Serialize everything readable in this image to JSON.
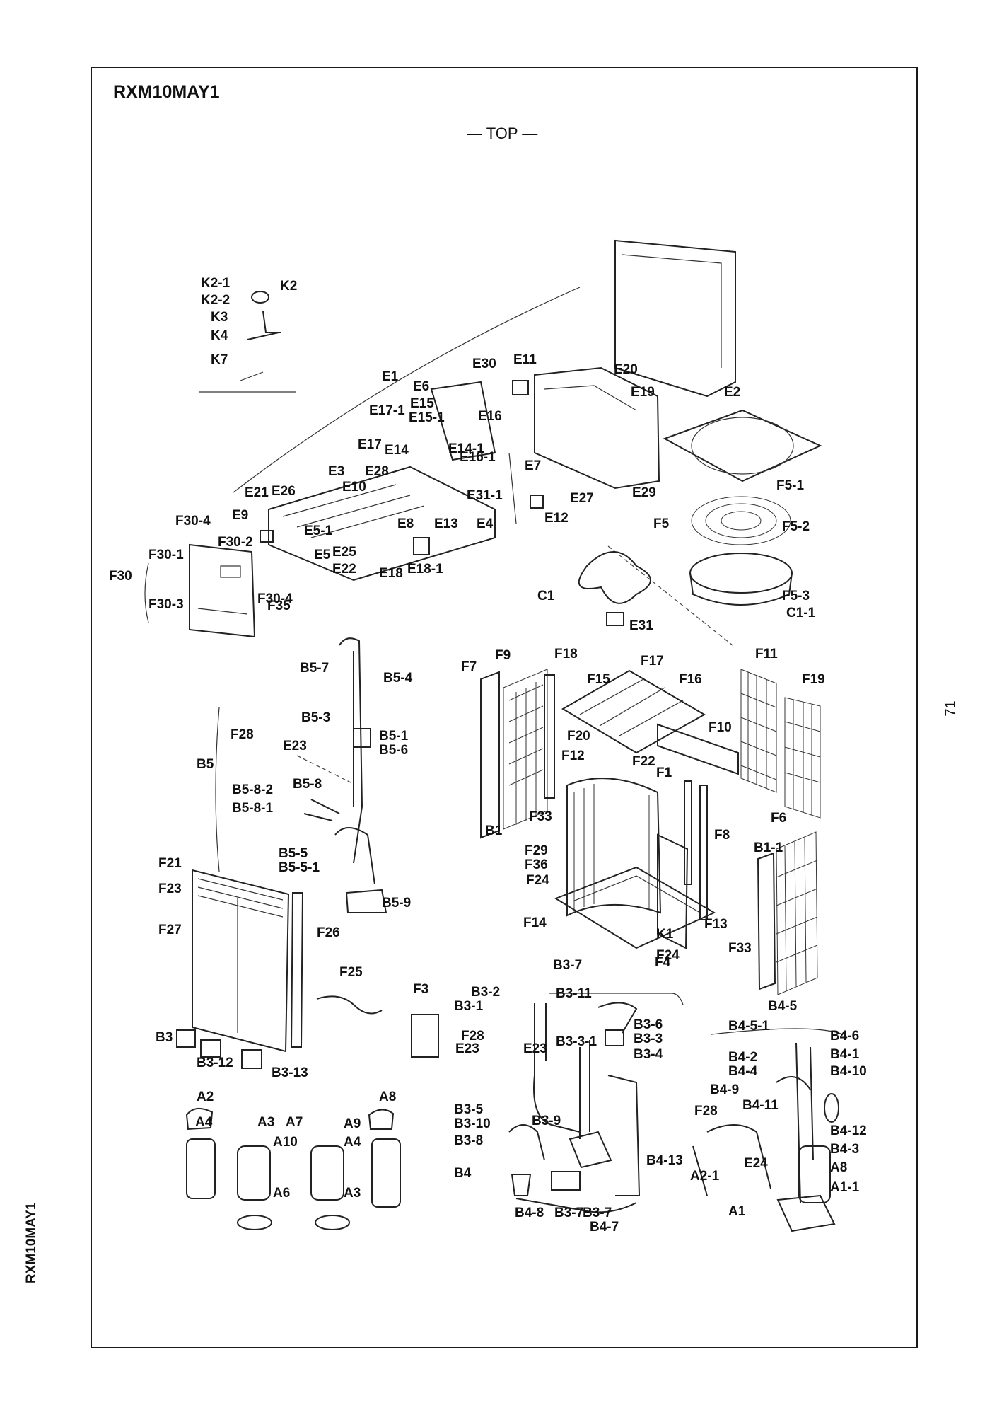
{
  "header": {
    "model": "RXM10MAY1",
    "view": "— TOP —"
  },
  "page": {
    "number": "71",
    "side_model": "RXM10MAY1"
  },
  "labels": [
    "K2-1",
    "K2",
    "K2-2",
    "K3",
    "K4",
    "K7",
    "E1",
    "E30",
    "E11",
    "E20",
    "E19",
    "E2",
    "E6",
    "E15",
    "E15-1",
    "E16",
    "E17-1",
    "E17",
    "E14",
    "E14-1",
    "E16-1",
    "E7",
    "E3",
    "E28",
    "E10",
    "E26",
    "E21",
    "E9",
    "E31-1",
    "E4",
    "E12",
    "E27",
    "E29",
    "E8",
    "E13",
    "E5-1",
    "E25",
    "E5",
    "E22",
    "E18",
    "E18-1",
    "F5-1",
    "F5",
    "F5-2",
    "F5-3",
    "C1",
    "C1-1",
    "E31",
    "F30-4",
    "F30-2",
    "F30-1",
    "F30",
    "F30-3",
    "F35",
    "B5-7",
    "B5-4",
    "B5-3",
    "B5-1",
    "B5-6",
    "F28",
    "E23",
    "B5",
    "B5-8-2",
    "B5-8",
    "B5-8-1",
    "B5-5",
    "B5-5-1",
    "B5-9",
    "F7",
    "F9",
    "F18",
    "F17",
    "F15",
    "F16",
    "F20",
    "F12",
    "F33",
    "B1",
    "F22",
    "F1",
    "F10",
    "F11",
    "F19",
    "F8",
    "F6",
    "B1-1",
    "F29",
    "F36",
    "F24",
    "F14",
    "F13",
    "K1",
    "F4",
    "F21",
    "F23",
    "F27",
    "F26",
    "F25",
    "F3",
    "B3",
    "B3-12",
    "B3-13",
    "B3-7",
    "B3-2",
    "B3-1",
    "B3-11",
    "B3-6",
    "B3-3",
    "B3-3-1",
    "B3-4",
    "B3-5",
    "B3-10",
    "B3-9",
    "B3-8",
    "B4",
    "B4-13",
    "B4-8",
    "B4-7",
    "B4-5",
    "B4-5-1",
    "B4-6",
    "B4-1",
    "B4-2",
    "B4-4",
    "B4-10",
    "B4-9",
    "B4-11",
    "B4-12",
    "B4-3",
    "E24",
    "A8",
    "A1-1",
    "A1",
    "A2-1",
    "A2",
    "A4",
    "A3",
    "A7",
    "A9",
    "A10",
    "A6"
  ]
}
